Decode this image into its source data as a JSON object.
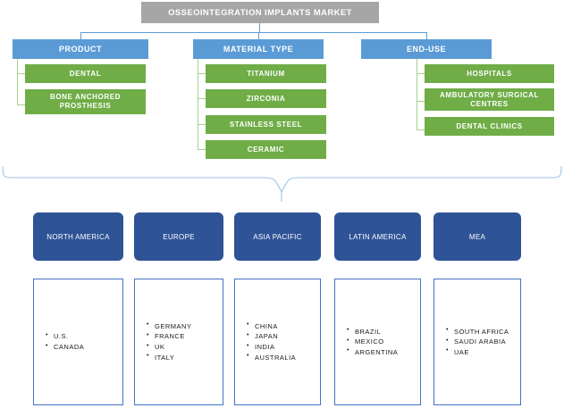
{
  "diagram": {
    "title": "OSSEOINTEGRATION IMPLANTS MARKET",
    "colors": {
      "title_fill": "#a6a6a6",
      "category_fill": "#5b9bd5",
      "subitem_fill": "#70ad47",
      "region_fill": "#2e5396",
      "country_border": "#4472c4",
      "connector_blue": "#5b9bd5",
      "connector_green": "#a9d08e"
    },
    "categories": [
      {
        "label": "PRODUCT",
        "items": [
          {
            "label": "DENTAL"
          },
          {
            "label": "BONE ANCHORED PROSTHESIS"
          }
        ]
      },
      {
        "label": "MATERIAL TYPE",
        "items": [
          {
            "label": "TITANIUM"
          },
          {
            "label": "ZIRCONIA"
          },
          {
            "label": "STAINLESS STEEL"
          },
          {
            "label": "CERAMIC"
          }
        ]
      },
      {
        "label": "END-USE",
        "items": [
          {
            "label": "HOSPITALS"
          },
          {
            "label": "AMBULATORY SURGICAL CENTRES"
          },
          {
            "label": "DENTAL CLINICS"
          }
        ]
      }
    ],
    "regions": [
      {
        "label": "NORTH AMERICA",
        "countries": [
          "U.S.",
          "CANADA"
        ]
      },
      {
        "label": "EUROPE",
        "countries": [
          "GERMANY",
          "FRANCE",
          "UK",
          "ITALY"
        ]
      },
      {
        "label": "ASIA PACIFIC",
        "countries": [
          "CHINA",
          "JAPAN",
          "INDIA",
          "AUSTRALIA"
        ]
      },
      {
        "label": "LATIN AMERICA",
        "countries": [
          "BRAZIL",
          "MEXICO",
          "ARGENTINA"
        ]
      },
      {
        "label": "MEA",
        "countries": [
          "SOUTH AFRICA",
          "SAUDI ARABIA",
          "UAE"
        ]
      }
    ]
  }
}
